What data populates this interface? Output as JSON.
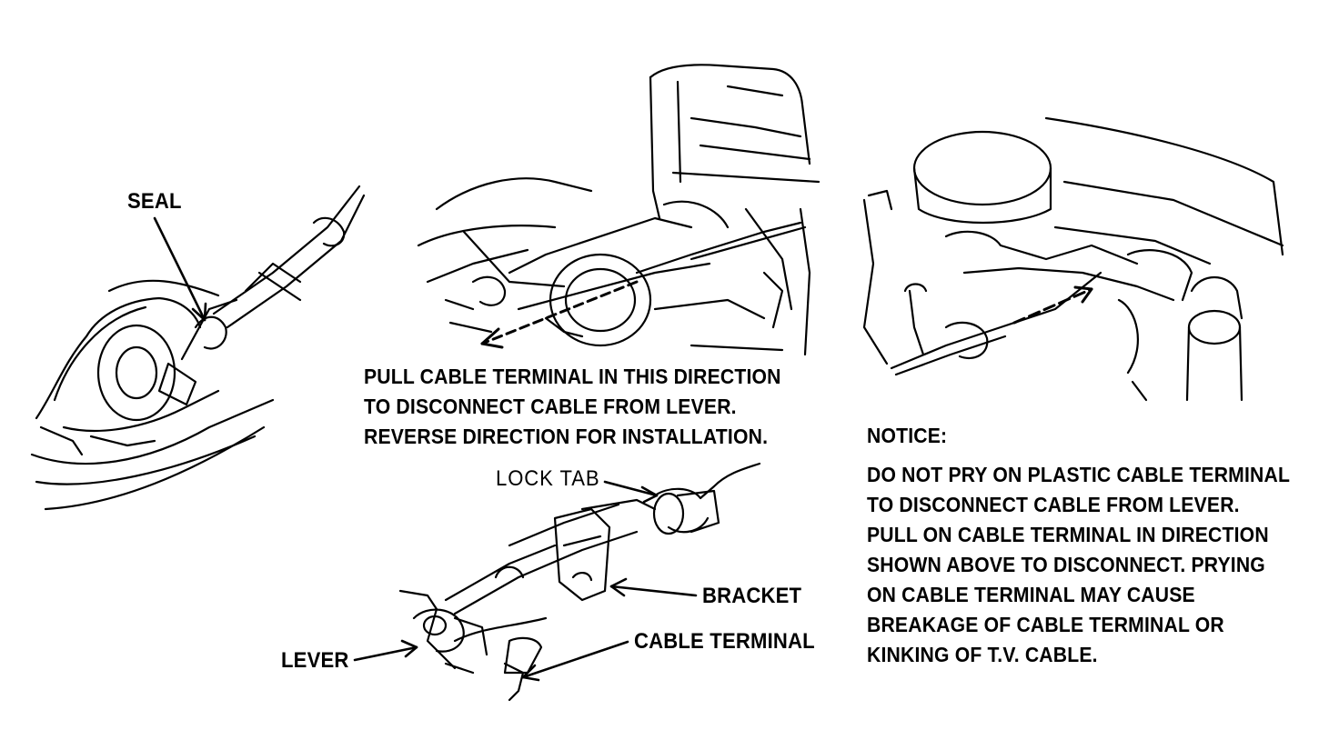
{
  "labels": {
    "seal": "SEAL",
    "lock_tab": "LOCK TAB",
    "bracket": "BRACKET",
    "lever": "LEVER",
    "cable_terminal": "CABLE TERMINAL"
  },
  "instruction": {
    "line1": "PULL CABLE TERMINAL IN THIS DIRECTION",
    "line2": "TO DISCONNECT CABLE FROM LEVER.",
    "line3": "REVERSE DIRECTION FOR INSTALLATION."
  },
  "notice": {
    "heading": "NOTICE:",
    "lines": [
      "DO NOT PRY ON PLASTIC CABLE TERMINAL",
      "TO DISCONNECT CABLE FROM LEVER.",
      "PULL ON CABLE TERMINAL IN DIRECTION",
      "SHOWN ABOVE TO DISCONNECT. PRYING",
      "ON CABLE TERMINAL MAY CAUSE",
      "BREAKAGE OF CABLE TERMINAL OR",
      "KINKING OF T.V. CABLE."
    ]
  },
  "colors": {
    "ink": "#000000",
    "paper": "#ffffff"
  }
}
